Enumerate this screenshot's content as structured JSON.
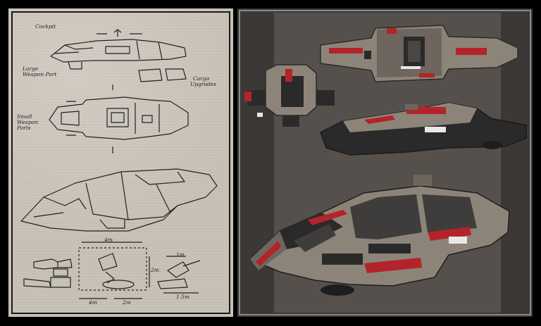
{
  "sketch": {
    "labels": {
      "cockpit": "Cockpit",
      "large_weapon_port_1": "Large",
      "large_weapon_port_2": "Weapon Port",
      "cargo_upgrades_1": "Cargo",
      "cargo_upgrades_2": "Upgrades",
      "small_weapon_ports_1": "Small",
      "small_weapon_ports_2": "Weapon",
      "small_weapon_ports_3": "Ports"
    },
    "dimensions": {
      "width_top": "4m",
      "height": "2m",
      "turret_width": "1m",
      "turret_base": "1.5m",
      "bottom_1": "4m",
      "bottom_2": "2m"
    }
  },
  "colors": {
    "paper": "#c9c2b7",
    "ink": "#222222",
    "hull_metal": "#8d8479",
    "hull_dark": "#2b2a2a",
    "stripe_red": "#b3242a",
    "glow": "#e8e8e8"
  }
}
